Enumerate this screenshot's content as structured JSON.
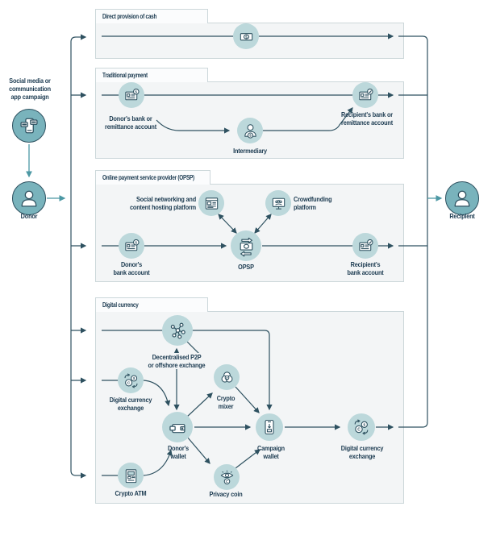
{
  "diagram": {
    "source_side": {
      "campaign_lines": [
        "Social media or",
        "communication",
        "app campaign"
      ],
      "donor": "Donor"
    },
    "target_side": {
      "recipient": "Recipient"
    },
    "panels": {
      "direct_cash": {
        "title": "Direct provision of cash"
      },
      "traditional": {
        "title": "Traditional payment",
        "donor_bank": [
          "Donor's bank or",
          "remittance account"
        ],
        "intermediary": "Intermediary",
        "recipient_bank": [
          "Recipient's bank or",
          "remittance account"
        ]
      },
      "opsp": {
        "title": "Online payment service provider (OPSP)",
        "social_platform": [
          "Social networking and",
          "content hosting platform"
        ],
        "crowdfunding": [
          "Crowdfunding",
          "platform"
        ],
        "donor_bank": [
          "Donor's",
          "bank account"
        ],
        "opsp_label": "OPSP",
        "recipient_bank": [
          "Recipient's",
          "bank account"
        ]
      },
      "digital_currency": {
        "title": "Digital currency",
        "p2p": [
          "Decentralised P2P",
          "or offshore exchange"
        ],
        "exchange_in": [
          "Digital currency",
          "exchange"
        ],
        "mixer": [
          "Crypto",
          "mixer"
        ],
        "wallet": [
          "Donor's",
          "wallet"
        ],
        "atm": "Crypto ATM",
        "privacy": "Privacy coin",
        "campaign_wallet": [
          "Campaign",
          "wallet"
        ],
        "exchange_out": [
          "Digital currency",
          "exchange"
        ]
      }
    },
    "glyphs": {
      "dollar": "$",
      "currency_c": "C"
    },
    "colors": {
      "teal_fill": "#79b3bc",
      "light_teal": "#bcd8db",
      "line": "#2e5160",
      "text": "#1b3a50",
      "panel_bg": "#f3f5f6",
      "panel_border": "#ccd7da",
      "accent_arrow": "#4c98a4"
    }
  }
}
